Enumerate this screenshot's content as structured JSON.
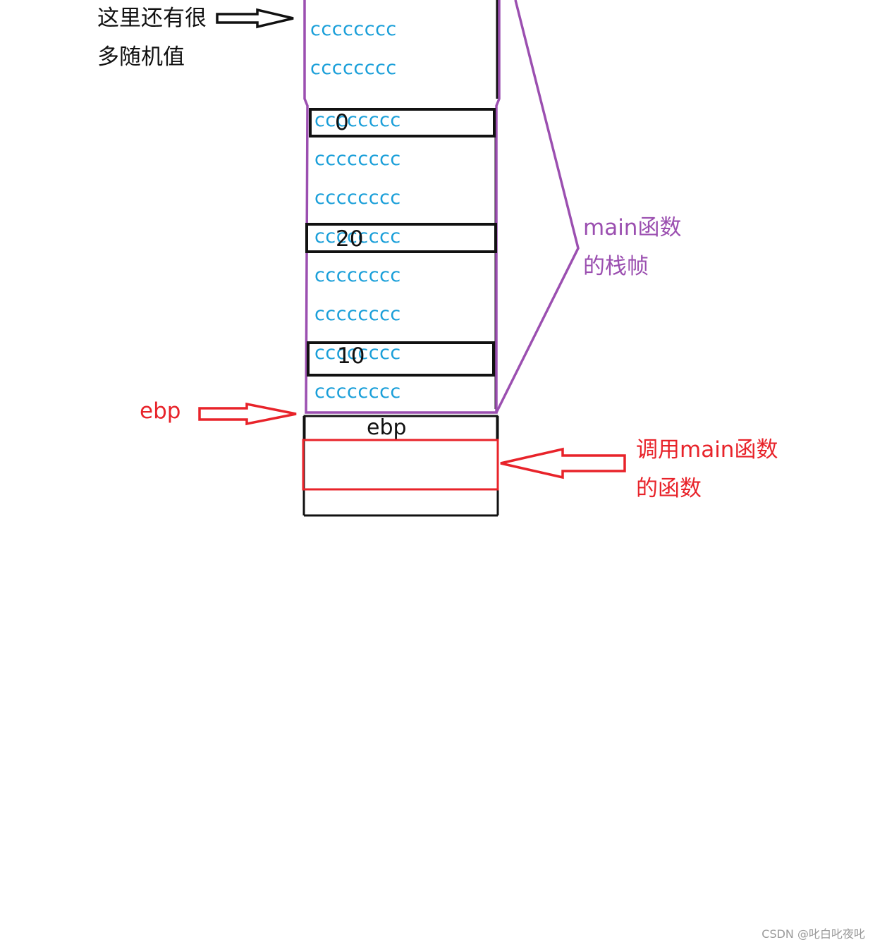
{
  "top_note": {
    "line1": "这里还有很",
    "line2": "多随机值"
  },
  "frame_label": {
    "line1": "main函数",
    "line2": "的栈帧"
  },
  "ebp_pointer_label": "ebp",
  "caller_label": {
    "line1": "调用main函数",
    "line2": "的函数"
  },
  "stack_cells": [
    {
      "fill": "cccccccc"
    },
    {
      "fill": "cccccccc"
    },
    {
      "fill": "cccccccc",
      "value": "0"
    },
    {
      "fill": "cccccccc"
    },
    {
      "fill": "cccccccc"
    },
    {
      "fill": "cccccccc",
      "value": "20"
    },
    {
      "fill": "cccccccc"
    },
    {
      "fill": "cccccccc"
    },
    {
      "fill": "cccccccc",
      "value": "10"
    },
    {
      "fill": "cccccccc"
    }
  ],
  "ebp_cell": "ebp",
  "watermark": "CSDN @叱白叱夜叱",
  "colors": {
    "fill_text": "#1a9fd9",
    "frame": "#9b4fb0",
    "caller": "#e8232a",
    "outline": "#111111"
  }
}
